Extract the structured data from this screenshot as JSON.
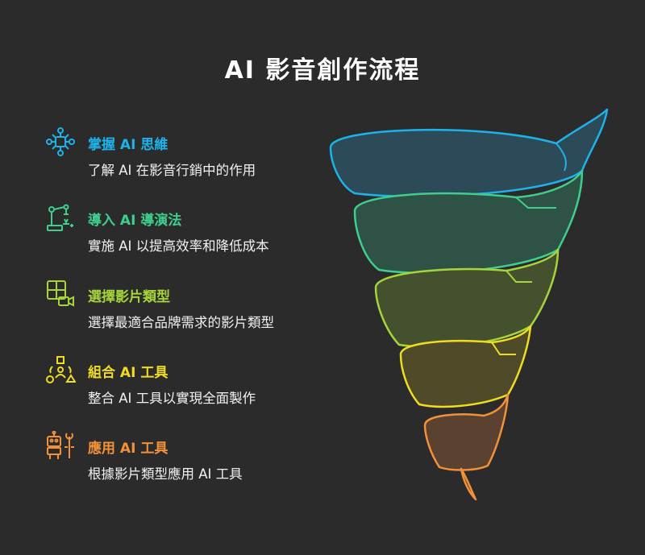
{
  "title": "AI 影音創作流程",
  "steps": [
    {
      "heading": "掌握 AI 思維",
      "description": "了解 AI 在影音行銷中的作用",
      "icon": "network-nodes-icon",
      "color": "#1eb2ea"
    },
    {
      "heading": "導入 AI 導演法",
      "description": "實施 AI 以提高效率和降低成本",
      "icon": "robot-arm-icon",
      "color": "#3ecf8e"
    },
    {
      "heading": "選擇影片類型",
      "description": "選擇最適合品牌需求的影片類型",
      "icon": "video-layout-icon",
      "color": "#a5d53a"
    },
    {
      "heading": "組合 AI 工具",
      "description": "整合 AI 工具以實現全面製作",
      "icon": "tool-combination-icon",
      "color": "#f0dc22"
    },
    {
      "heading": "應用 AI 工具",
      "description": "根據影片類型應用 AI 工具",
      "icon": "robot-tools-icon",
      "color": "#f2913a"
    }
  ]
}
